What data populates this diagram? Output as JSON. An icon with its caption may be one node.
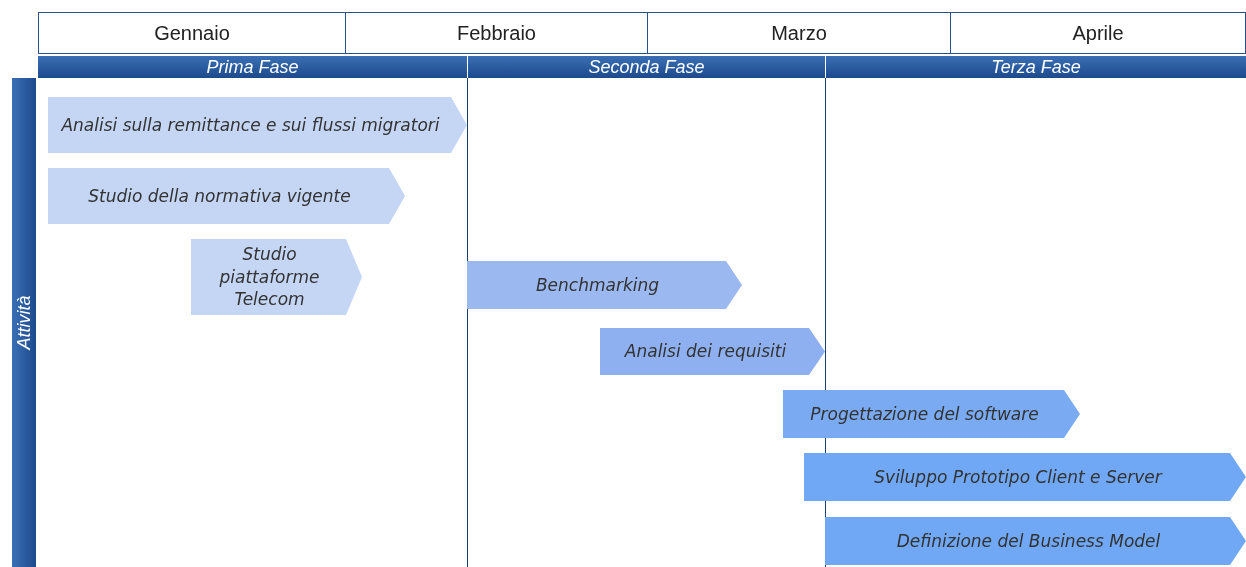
{
  "diagram": {
    "nodes": [
      {
        "text": [
          "Gennaio"
        ]
      },
      {
        "text": [
          "Febbraio"
        ]
      },
      {
        "text": [
          "Marzo"
        ]
      },
      {
        "text": [
          "Aprile"
        ]
      },
      {
        "text": [
          "Prima Fase"
        ]
      },
      {
        "text": [
          "Seconda Fase"
        ]
      },
      {
        "text": [
          "Terza Fase"
        ]
      },
      {
        "text": [
          "Attività"
        ]
      },
      {
        "text": [
          "Analisi sulla remittance e sui flussi migratori"
        ]
      },
      {
        "text": [
          "Studio della normativa vigente"
        ]
      },
      {
        "text": [
          "Studio piattaforme Telecom"
        ]
      },
      {
        "text": [
          "Benchmarking"
        ]
      },
      {
        "text": [
          "Analisi dei requisiti"
        ]
      },
      {
        "text": [
          "Progettazione del software"
        ]
      },
      {
        "text": [
          "Sviluppo Prototipo Client e Server"
        ]
      },
      {
        "text": [
          "Definizione del Business Model"
        ]
      }
    ]
  }
}
